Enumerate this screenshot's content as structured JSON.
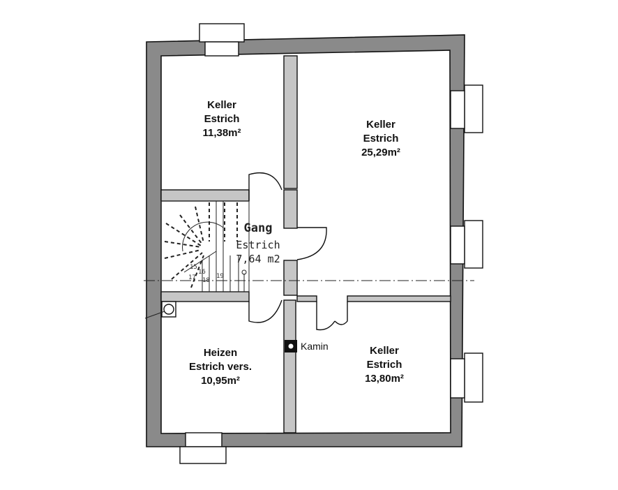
{
  "rooms": {
    "keller_nw": {
      "name": "Keller",
      "floor": "Estrich",
      "area": "11,38m²"
    },
    "keller_ne": {
      "name": "Keller",
      "floor": "Estrich",
      "area": "25,29m²"
    },
    "gang": {
      "name": "Gang",
      "floor": "Estrich",
      "area": "7,64 m2"
    },
    "heizen": {
      "name": "Heizen",
      "floor": "Estrich vers.",
      "area": "10,95m²"
    },
    "keller_se": {
      "name": "Keller",
      "floor": "Estrich",
      "area": "13,80m²"
    }
  },
  "labels": {
    "kamin": "Kamin"
  },
  "stair_numbers": [
    "15",
    "16",
    "17",
    "18",
    "19"
  ],
  "colors": {
    "outer_wall": "#8a8a8a",
    "inner_wall": "#c6c6c6",
    "line": "#111111"
  }
}
